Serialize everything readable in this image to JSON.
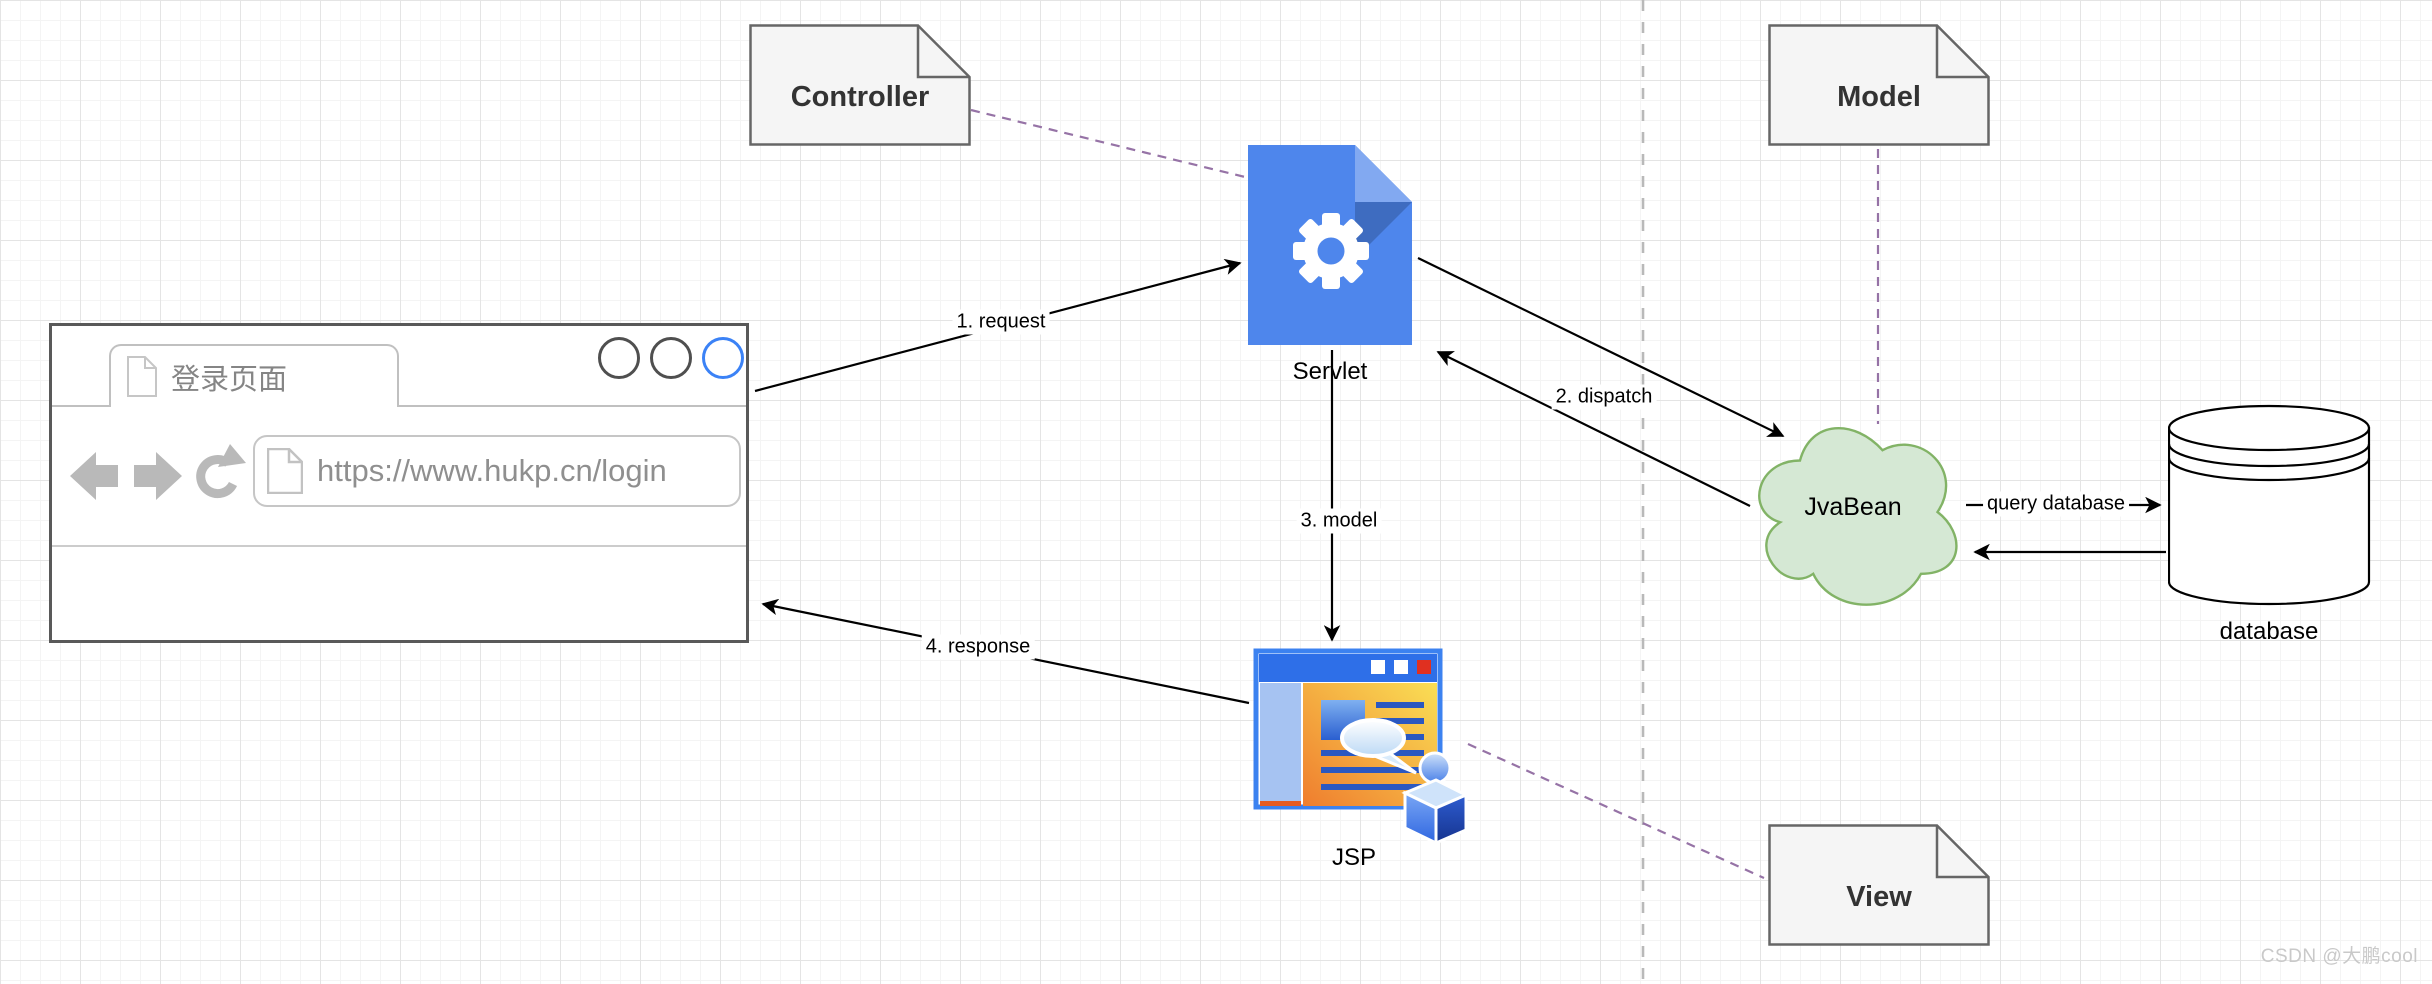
{
  "watermark": "CSDN @大鹏cool",
  "browser": {
    "tab_title": "登录页面",
    "url": "https://www.hukp.cn/login"
  },
  "nodes": {
    "controller": {
      "label": "Controller"
    },
    "model": {
      "label": "Model"
    },
    "view": {
      "label": "View"
    },
    "servlet": {
      "label": "Servlet"
    },
    "javabean": {
      "label": "JvaBean"
    },
    "database": {
      "label": "database"
    },
    "jsp": {
      "label": "JSP"
    }
  },
  "edges": {
    "request": {
      "label": "1. request"
    },
    "dispatch": {
      "label": "2. dispatch"
    },
    "model": {
      "label": "3. model"
    },
    "response": {
      "label": "4. response"
    },
    "query": {
      "label": "query database"
    }
  },
  "colors": {
    "cloud_fill": "#d5e8d4",
    "cloud_stroke": "#82b366",
    "note_fill": "#f5f5f5",
    "note_stroke": "#666666",
    "servlet_blue": "#4e86ec",
    "dashed_purple": "#9673a6",
    "active_circle_blue": "#3b82f6",
    "arrow_black": "#000000"
  }
}
